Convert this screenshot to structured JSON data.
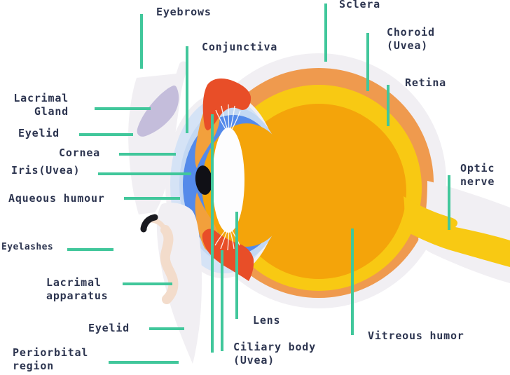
{
  "colors": {
    "leader_teal": "#41c79b",
    "text_navy": "#2d3550",
    "sclera_white": "#f1eff3",
    "choroid_orange": "#ef9a4e",
    "retina_yellow": "#f8c913",
    "vitreous_amber": "#f4a40a",
    "ciliary_red": "#e84e28",
    "ciliary_orange": "#f2a03c",
    "iris_blue": "#548aea",
    "cornea_light": "#d5e3f6",
    "cornea_mid": "#c3d8f3",
    "lens_white": "#fdfdfe",
    "gland_lavender": "#c4bddb",
    "duct_pink": "#f3dccb",
    "lash_black": "#1a1a20",
    "pupil_black": "#101016"
  },
  "labels": {
    "eyebrows": {
      "text": "Eyebrows"
    },
    "conjunctiva": {
      "text": "Conjunctiva"
    },
    "sclera": {
      "text": "Sclera"
    },
    "choroid": {
      "text": "Choroid\n(Uvea)"
    },
    "retina": {
      "text": "Retina"
    },
    "optic_nerve": {
      "text": "Optic\nnerve"
    },
    "lacrimal_gland": {
      "text": "Lacrimal\nGland"
    },
    "eyelid_upper": {
      "text": "Eyelid"
    },
    "cornea": {
      "text": "Cornea"
    },
    "iris": {
      "text": "Iris(Uvea)"
    },
    "aqueous_humour": {
      "text": "Aqueous humour"
    },
    "eyelashes": {
      "text": "Eyelashes"
    },
    "lacrimal_apparatus": {
      "text": "Lacrimal\napparatus"
    },
    "eyelid_lower": {
      "text": "Eyelid"
    },
    "periorbital_region": {
      "text": "Periorbital\nregion"
    },
    "lens": {
      "text": "Lens"
    },
    "ciliary_body": {
      "text": "Ciliary body\n(Uvea)"
    },
    "vitreous_humor": {
      "text": "Vitreous humor"
    }
  }
}
